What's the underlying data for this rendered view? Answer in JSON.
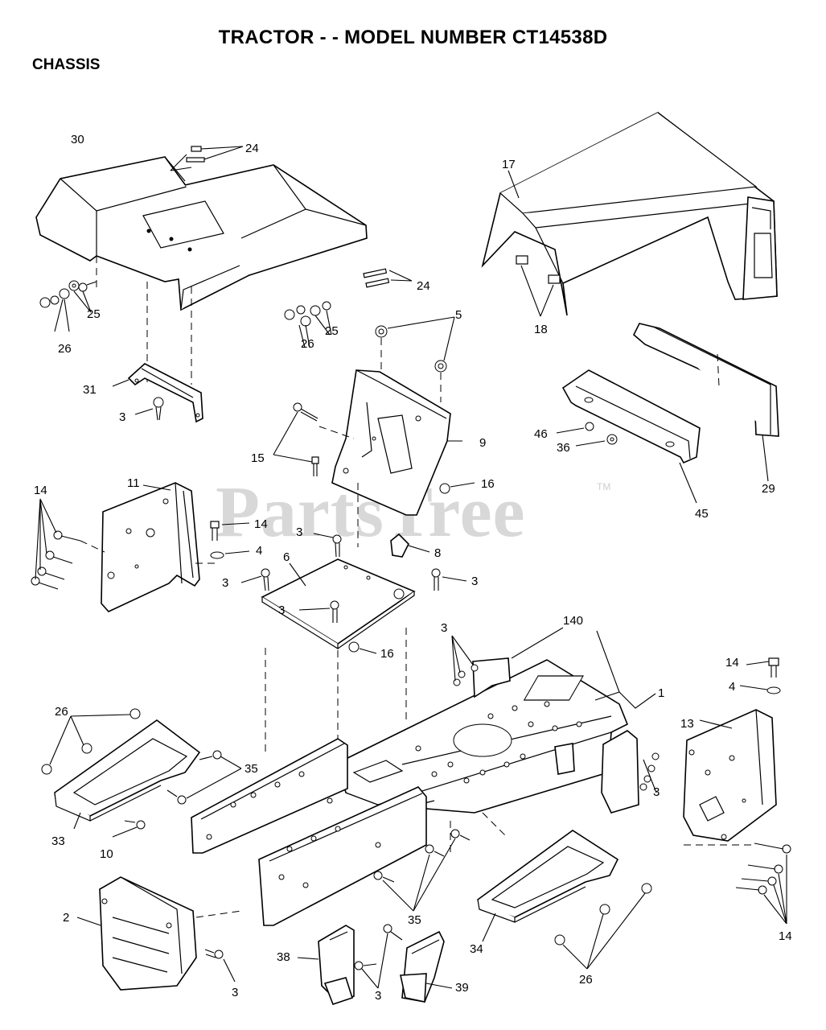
{
  "title": "TRACTOR - - MODEL NUMBER CT14538D",
  "section": "CHASSIS",
  "watermark": "PartsTree",
  "watermark_tm": "TM",
  "callouts": [
    {
      "id": "c30",
      "text": "30"
    },
    {
      "id": "c24a",
      "text": "24"
    },
    {
      "id": "c24b",
      "text": "24"
    },
    {
      "id": "c17",
      "text": "17"
    },
    {
      "id": "c18",
      "text": "18"
    },
    {
      "id": "c26a",
      "text": "26"
    },
    {
      "id": "c25a",
      "text": "25"
    },
    {
      "id": "c26b",
      "text": "26"
    },
    {
      "id": "c25b",
      "text": "25"
    },
    {
      "id": "c5",
      "text": "5"
    },
    {
      "id": "c31",
      "text": "31"
    },
    {
      "id": "c3a",
      "text": "3"
    },
    {
      "id": "c9",
      "text": "9"
    },
    {
      "id": "c15",
      "text": "15"
    },
    {
      "id": "c16a",
      "text": "16"
    },
    {
      "id": "c46",
      "text": "46"
    },
    {
      "id": "c36",
      "text": "36"
    },
    {
      "id": "c45",
      "text": "45"
    },
    {
      "id": "c29",
      "text": "29"
    },
    {
      "id": "c14a",
      "text": "14"
    },
    {
      "id": "c11",
      "text": "11"
    },
    {
      "id": "c14b",
      "text": "14"
    },
    {
      "id": "c4a",
      "text": "4"
    },
    {
      "id": "c3b",
      "text": "3"
    },
    {
      "id": "c8",
      "text": "8"
    },
    {
      "id": "c6",
      "text": "6"
    },
    {
      "id": "c3c",
      "text": "3"
    },
    {
      "id": "c3d",
      "text": "3"
    },
    {
      "id": "c3e",
      "text": "3"
    },
    {
      "id": "c16b",
      "text": "16"
    },
    {
      "id": "c3f",
      "text": "3"
    },
    {
      "id": "c140",
      "text": "140"
    },
    {
      "id": "c14c",
      "text": "14"
    },
    {
      "id": "c4b",
      "text": "4"
    },
    {
      "id": "c1",
      "text": "1"
    },
    {
      "id": "c13",
      "text": "13"
    },
    {
      "id": "c26c",
      "text": "26"
    },
    {
      "id": "c35a",
      "text": "35"
    },
    {
      "id": "c3g",
      "text": "3"
    },
    {
      "id": "c33",
      "text": "33"
    },
    {
      "id": "c10",
      "text": "10"
    },
    {
      "id": "c2",
      "text": "2"
    },
    {
      "id": "c35b",
      "text": "35"
    },
    {
      "id": "c14d",
      "text": "14"
    },
    {
      "id": "c38",
      "text": "38"
    },
    {
      "id": "c3h",
      "text": "3"
    },
    {
      "id": "c39",
      "text": "39"
    },
    {
      "id": "c34",
      "text": "34"
    },
    {
      "id": "c26d",
      "text": "26"
    },
    {
      "id": "c3i",
      "text": "3"
    }
  ]
}
